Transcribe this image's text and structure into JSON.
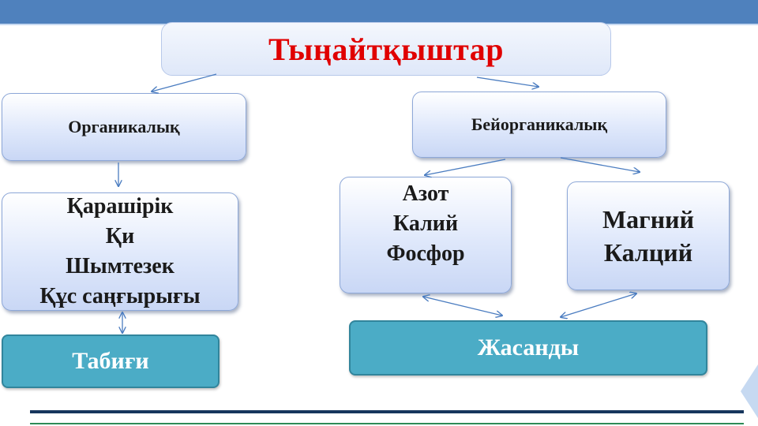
{
  "title": "Тыңайтқыштар",
  "organic": {
    "label": "Органикалық",
    "items": [
      "Қарашірік",
      "Қи",
      "Шымтезек",
      "Құс саңғырығы"
    ],
    "group": "Табиғи"
  },
  "inorganic": {
    "label": "Бейорганикалық",
    "group_a": [
      "Азот",
      "Калий",
      "Фосфор"
    ],
    "group_b": [
      "Магний",
      "Калций"
    ],
    "group": "Жасанды"
  },
  "colors": {
    "title_text": "#e00000",
    "top_bar": "#4f81bd",
    "teal": "#4bacc6",
    "arrow": "#4a7cc0"
  }
}
